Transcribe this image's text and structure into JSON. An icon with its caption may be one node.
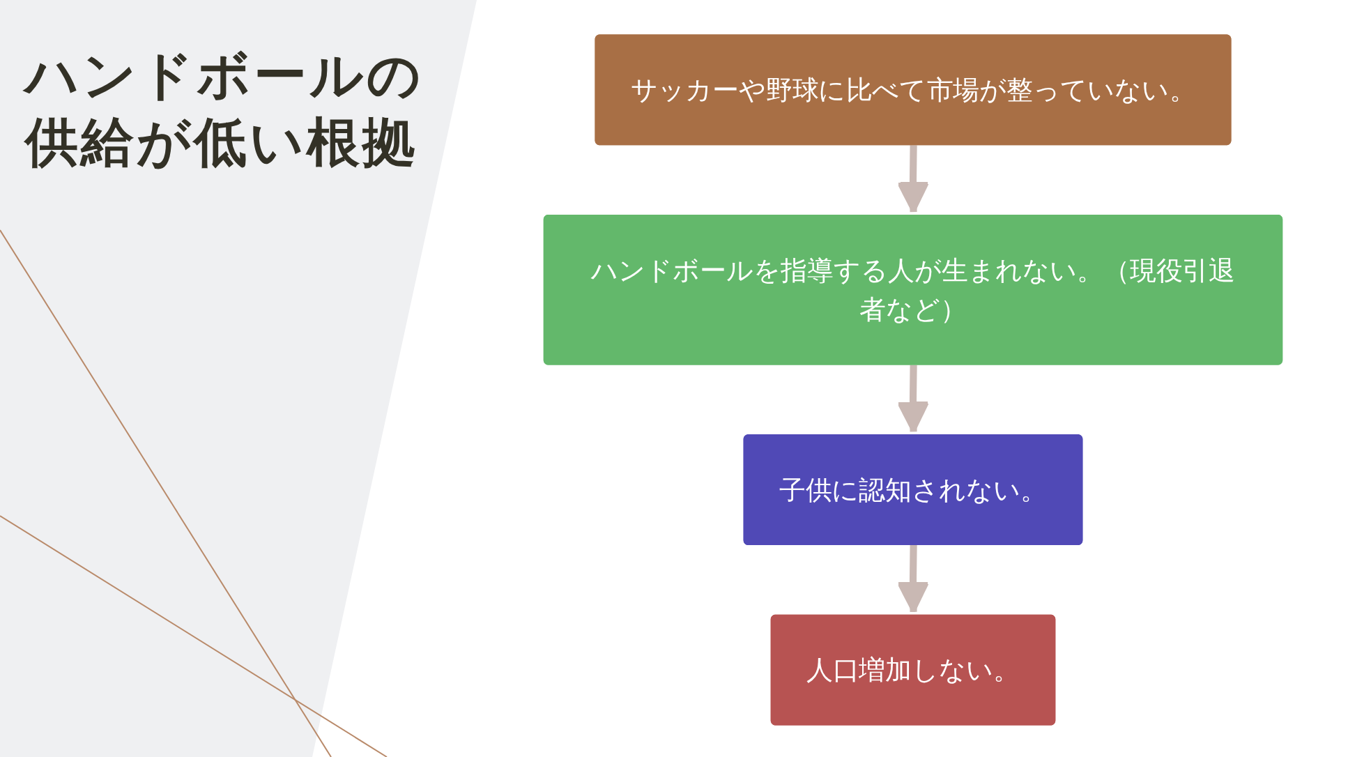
{
  "diagram": {
    "title": "ハンドボールの供給が低い根拠",
    "nodes": [
      {
        "text": [
          "サッカーや野球に比べて市場が整っていない。"
        ]
      },
      {
        "text": [
          "ハンドボールを指導する人が生まれない。（現役引退者など）"
        ]
      },
      {
        "text": [
          "子供に認知されない。"
        ]
      },
      {
        "text": [
          "人口増加しない。"
        ]
      }
    ],
    "edges": [
      {
        "from": 0,
        "to": 1,
        "arrow": "to"
      },
      {
        "from": 1,
        "to": 2,
        "arrow": "to"
      },
      {
        "from": 2,
        "to": 3,
        "arrow": "to"
      }
    ]
  }
}
